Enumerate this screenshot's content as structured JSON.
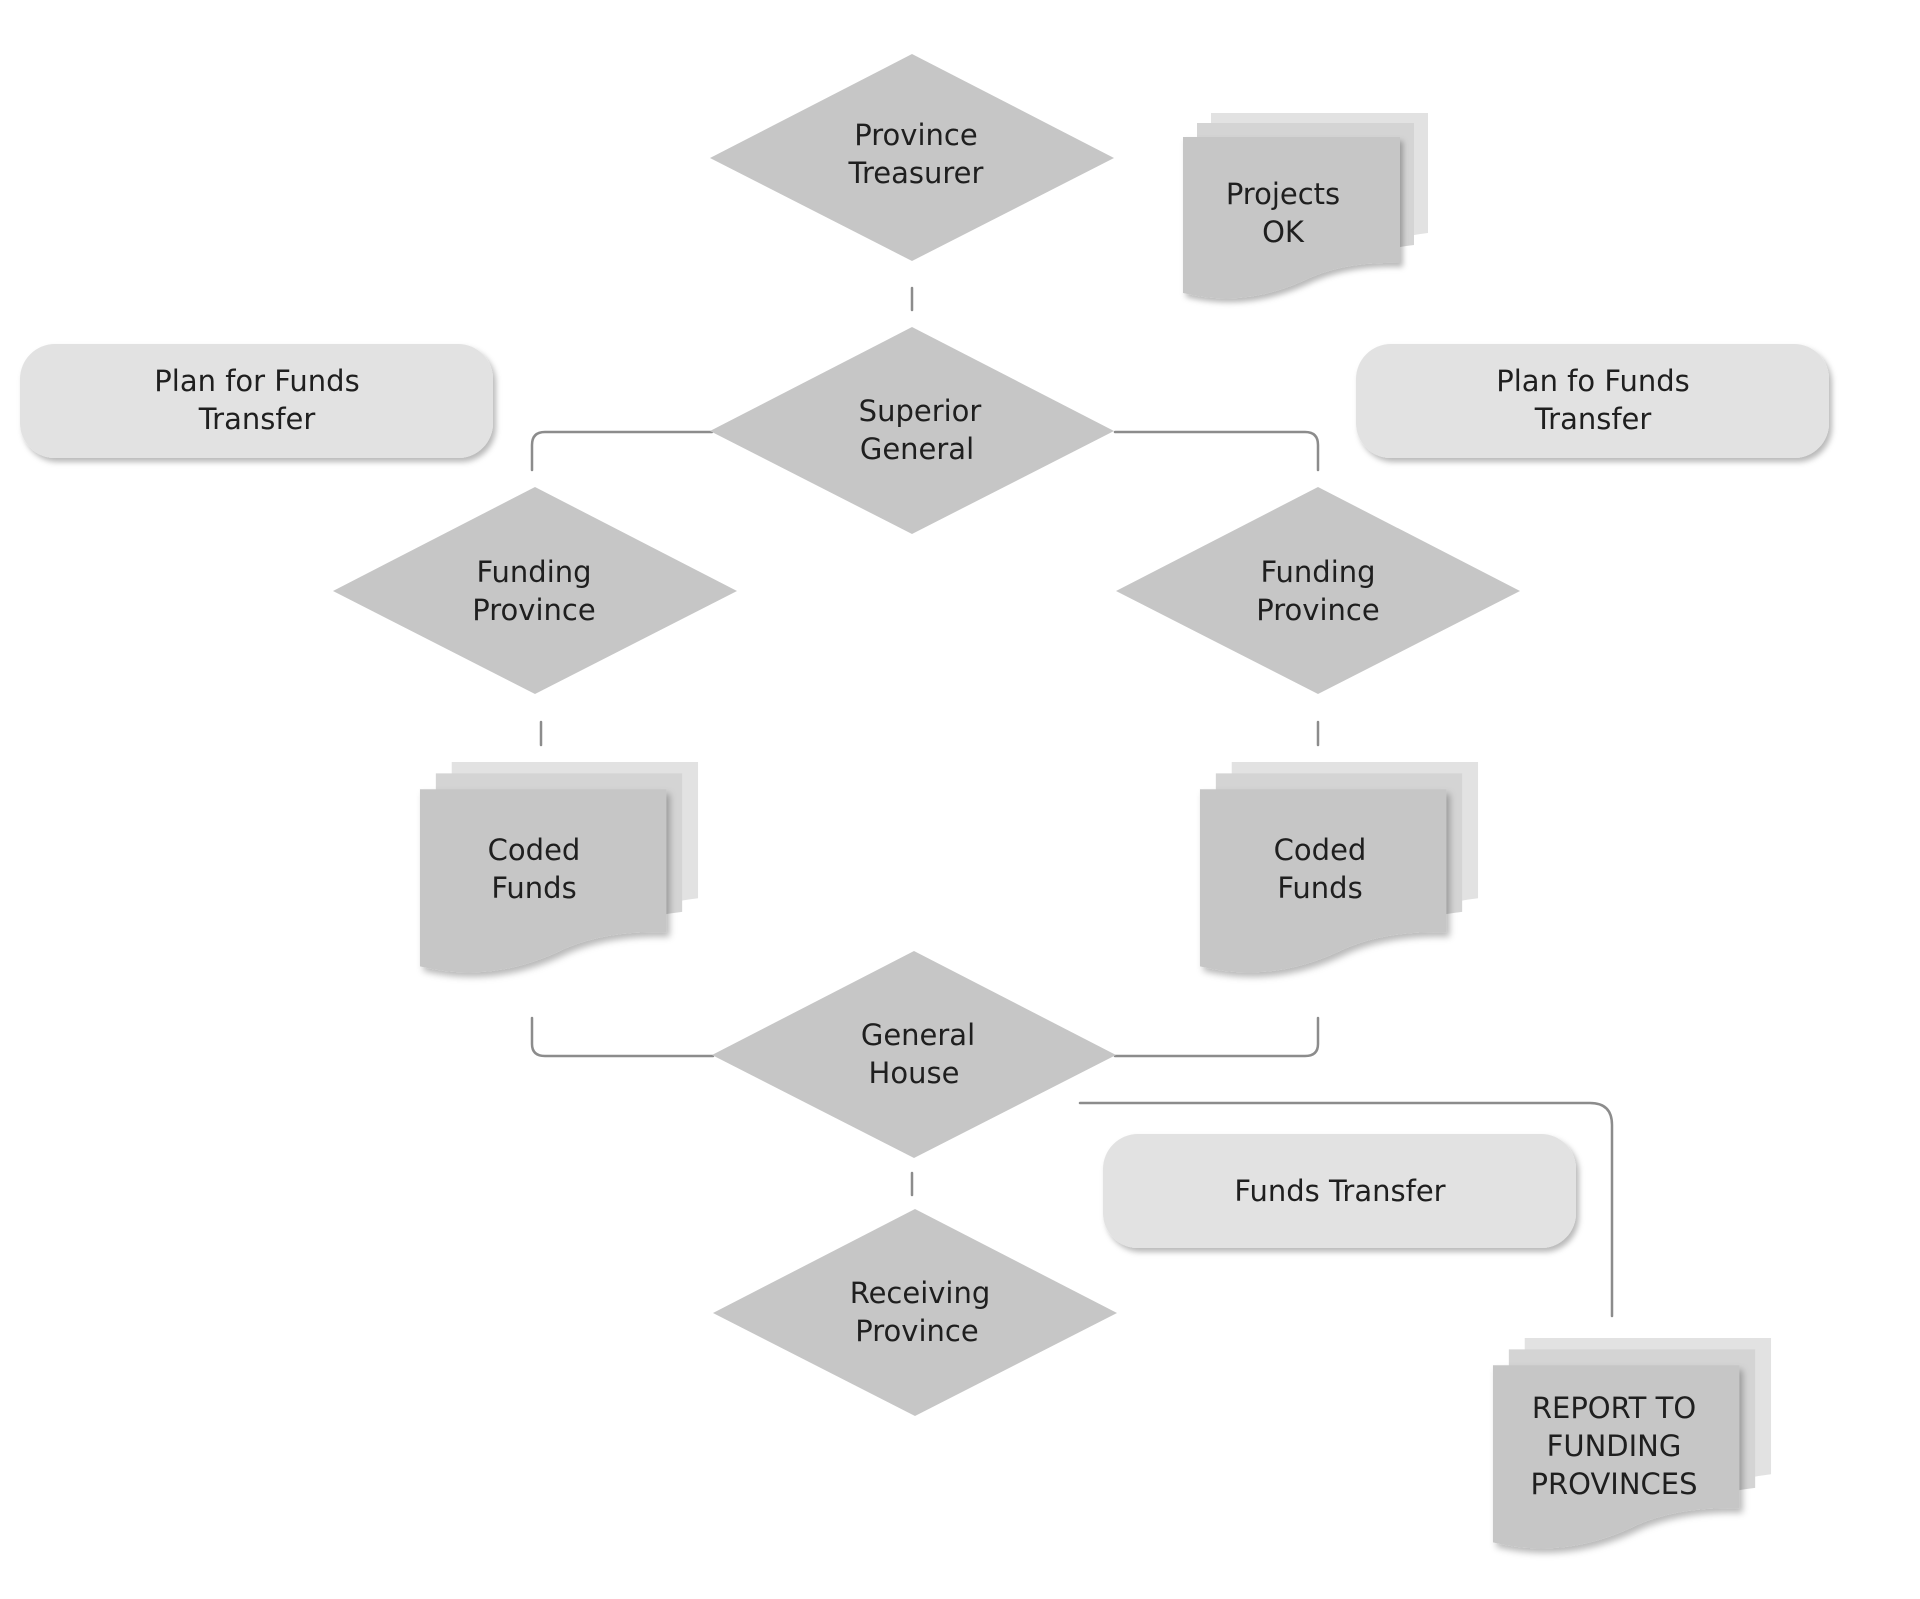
{
  "diagram": {
    "nodes": {
      "province_treasurer": {
        "shape": "decision",
        "lines": [
          "Province",
          "Treasurer"
        ]
      },
      "projects_ok": {
        "shape": "multi-document",
        "lines": [
          "Projects",
          "OK"
        ]
      },
      "plan_left": {
        "shape": "rounded-rect",
        "lines": [
          "Plan for Funds",
          "Transfer"
        ]
      },
      "superior_general": {
        "shape": "decision",
        "lines": [
          "Superior",
          "General"
        ]
      },
      "plan_right": {
        "shape": "rounded-rect",
        "lines": [
          "Plan fo Funds",
          "Transfer"
        ]
      },
      "funding_province_left": {
        "shape": "decision",
        "lines": [
          "Funding",
          "Province"
        ]
      },
      "funding_province_right": {
        "shape": "decision",
        "lines": [
          "Funding",
          "Province"
        ]
      },
      "coded_funds_left": {
        "shape": "multi-document",
        "lines": [
          "Coded",
          "Funds"
        ]
      },
      "coded_funds_right": {
        "shape": "multi-document",
        "lines": [
          "Coded",
          "Funds"
        ]
      },
      "general_house": {
        "shape": "decision",
        "lines": [
          "General",
          "House"
        ]
      },
      "funds_transfer": {
        "shape": "rounded-rect",
        "lines": [
          "Funds Transfer"
        ]
      },
      "receiving_province": {
        "shape": "decision",
        "lines": [
          "Receiving",
          "Province"
        ]
      },
      "report": {
        "shape": "multi-document",
        "lines": [
          "REPORT TO",
          "FUNDING",
          "PROVINCES"
        ]
      }
    },
    "connectors": [
      [
        "province_treasurer",
        "superior_general"
      ],
      [
        "superior_general",
        "funding_province_left"
      ],
      [
        "superior_general",
        "funding_province_right"
      ],
      [
        "funding_province_left",
        "coded_funds_left"
      ],
      [
        "funding_province_right",
        "coded_funds_right"
      ],
      [
        "coded_funds_left",
        "general_house"
      ],
      [
        "coded_funds_right",
        "general_house"
      ],
      [
        "general_house",
        "receiving_province"
      ],
      [
        "general_house",
        "report"
      ]
    ],
    "colors": {
      "decision_fill": "#c6c6c6",
      "rounded_rect_fill": "#e2e2e2",
      "document_fill": "#c6c6c6",
      "connector": "#8c8c8c",
      "text": "#1f1f1f"
    }
  }
}
